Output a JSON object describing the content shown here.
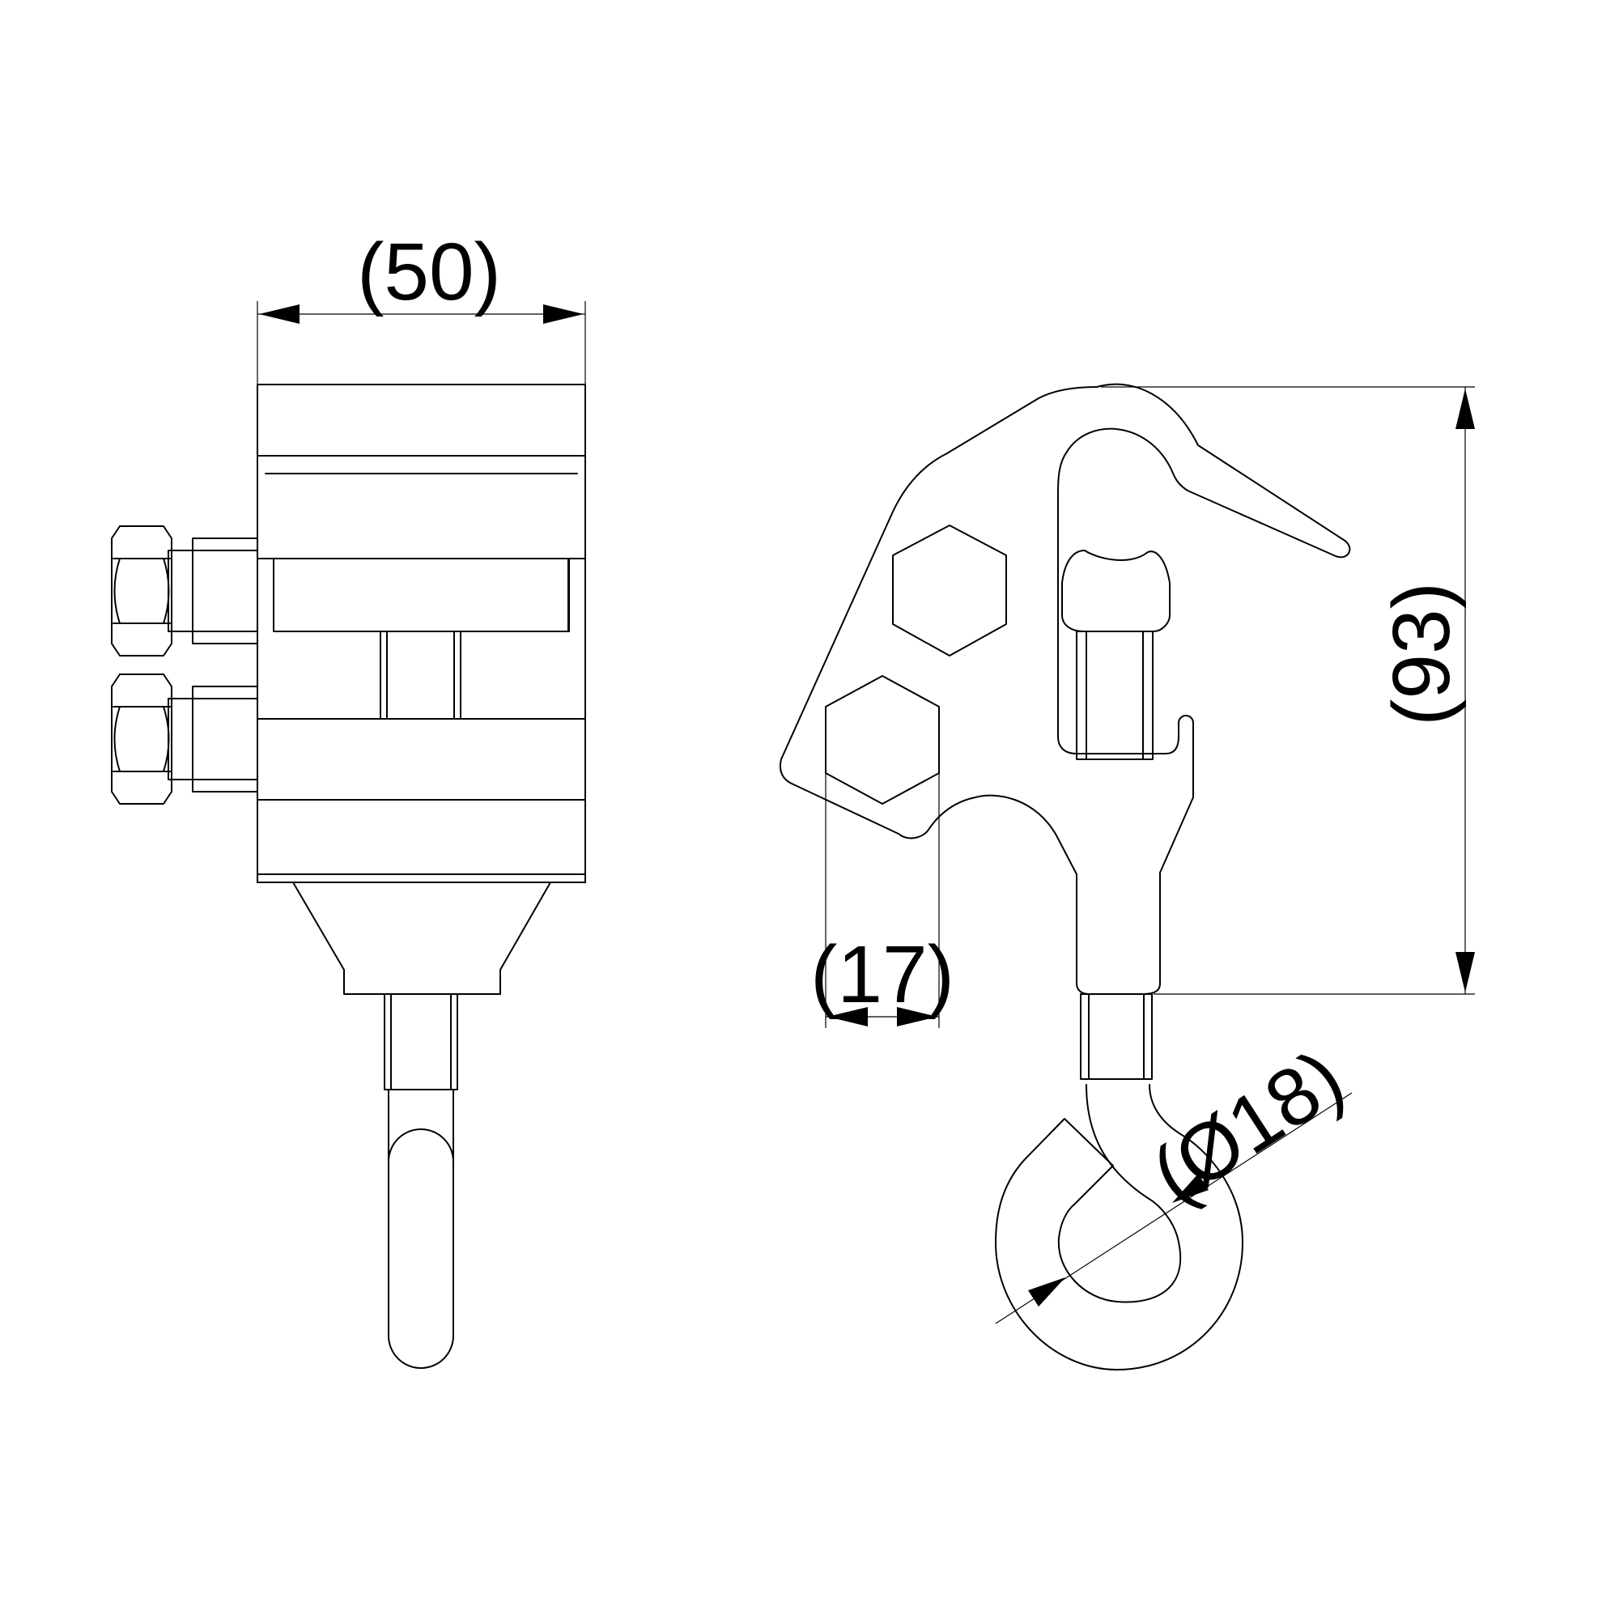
{
  "dimensions": {
    "width_label": "(50)",
    "height_label": "(93)",
    "hex_label": "(17)",
    "diameter_label": "(Ø18)"
  },
  "colors": {
    "line": "#000000",
    "background": "#ffffff"
  }
}
